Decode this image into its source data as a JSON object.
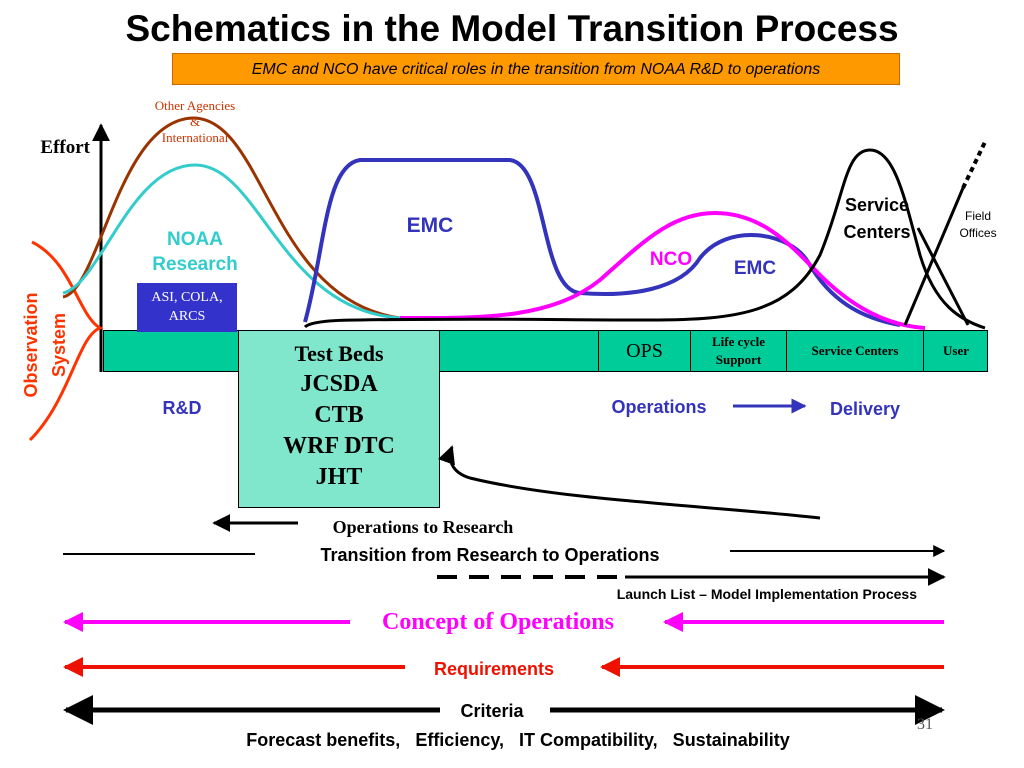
{
  "title": "Schematics in the Model Transition Process",
  "subtitle": "EMC and NCO have critical roles in the transition from NOAA R&D to operations",
  "axis_label": "Effort",
  "curve_labels": {
    "other_agencies": [
      "Other Agencies",
      "&",
      "International"
    ],
    "noaa_research": [
      "NOAA",
      "Research"
    ],
    "emc_main": "EMC",
    "nco": "NCO",
    "emc_second": "EMC",
    "service_centers": [
      "Service",
      "Centers"
    ],
    "field_offices": [
      "Field",
      "Offices"
    ],
    "observation_system": [
      "Observation",
      "System"
    ]
  },
  "asi_box": [
    "ASI, COLA,",
    "ARCS"
  ],
  "test_beds": [
    "Test Beds",
    "JCSDA",
    "CTB",
    "WRF DTC",
    "JHT"
  ],
  "bar_cells": {
    "ops": "OPS",
    "life_cycle": [
      "Life cycle",
      "Support"
    ],
    "service_centers": "Service Centers",
    "user": "User"
  },
  "phase_labels": {
    "rd": "R&D",
    "operations": "Operations",
    "delivery": "Delivery"
  },
  "arrow_labels": {
    "ops_to_research": "Operations to Research",
    "r2o": "Transition from Research to Operations",
    "launch_list": "Launch List – Model Implementation Process",
    "conops": "Concept of Operations",
    "requirements": "Requirements",
    "criteria": "Criteria",
    "criteria_items": "Forecast benefits,   Efficiency,   IT Compatibility,   Sustainability"
  },
  "slide_number": "31",
  "colors": {
    "brown": "#993300",
    "cyan": "#33cccc",
    "blue": "#3333bb",
    "magenta": "#ff00ff",
    "red": "#ee1100",
    "orange_red": "#ff3300",
    "bar_green": "#00cc99",
    "testbed_green": "#80e6cc",
    "subtitle_orange": "#ff9900"
  }
}
